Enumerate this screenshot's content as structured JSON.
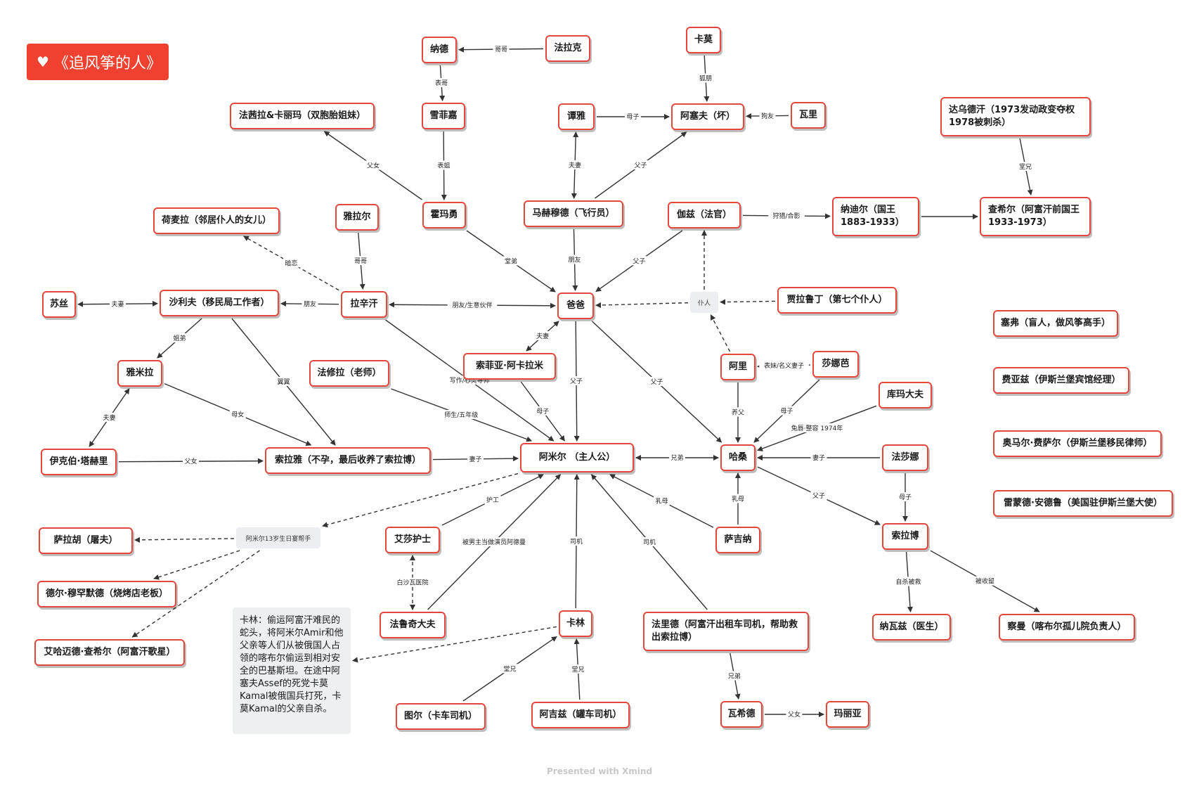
{
  "title": "《追风筝的人》",
  "title_icon": "heart-icon",
  "footer": "Presented with Xmind",
  "colors": {
    "node_border": "#e5473c",
    "title_bg": "#f0402f",
    "edge": "#333333",
    "hub_bg": "#eceef1"
  },
  "nodes": {
    "nader": "纳德",
    "farak": "法拉克",
    "karma": "卡莫",
    "fahima_karima": "法茜拉&卡丽玛（双胞胎姐妹）",
    "sheila": "雪菲嘉",
    "tanya": "谭雅",
    "assef": "阿塞夫（坏）",
    "wali": "瓦里",
    "daoud": "达乌德汗（1973发动政变夺权\n1978被刺杀）",
    "homaira": "荷麦拉（邻居仆人的女儿）",
    "yarar": "雅拉尔",
    "humayoun": "霍玛勇",
    "mahmood": "马赫穆德（飞行员）",
    "jaz": "伽兹（法官）",
    "nadir": "纳迪尔（国王\n1883-1933）",
    "zahir": "查希尔（阿富汗前国王\n1933-1973）",
    "susi": "苏丝",
    "sharif": "沙利夫（移民局工作者）",
    "rahim": "拉辛汗",
    "baba": "爸爸",
    "jalaluddin": "贾拉鲁丁（第七个仆人）",
    "sofia": "索菲亚·阿卡拉米",
    "ali": "阿里",
    "sanaubar": "莎娜芭",
    "kumar": "库玛大夫",
    "jamila": "雅米拉",
    "fasila": "法修拉（老师）",
    "amir": "阿米尔  （主人公）",
    "hassan": "哈桑",
    "farzana": "法莎娜",
    "ikbal": "伊克伯·塔赫里",
    "soraya": "索拉雅（不孕，最后收养了索拉博）",
    "salahu": "萨拉胡（屠夫）",
    "aisha": "艾莎护士",
    "sanaubar_nurse": "萨吉纳",
    "sohrab": "索拉博",
    "del": "德尔·穆罕默德（烧烤店老板）",
    "ahmad_zahir": "艾哈迈德·查希尔（阿富汗歌星）",
    "faruqi": "法鲁奇大夫",
    "karim": "卡林",
    "farid": "法里德（阿富汗出租车司机，帮助救\n出索拉博）",
    "nawaz": "纳瓦兹（医生）",
    "chaman": "察曼（喀布尔孤儿院负责人）",
    "tur": "图尔（卡车司机）",
    "ajiz": "阿吉兹（罐车司机）",
    "wahid": "瓦希德",
    "maryam": "玛丽亚",
    "saif": "塞弗（盲人，做风筝高手）",
    "fayaz": "费亚兹（伊斯兰堡宾馆经理）",
    "omar": "奥马尔·费萨尔（伊斯兰堡移民律师）",
    "raymond": "雷蒙德·安德鲁（美国驻伊斯兰堡大使）"
  },
  "hubs": {
    "servant": "仆人",
    "birthday": "阿米尔13岁生日宴帮手"
  },
  "note": "卡林：偷运阿富汗难民的蛇头，将阿米尔Amir和他父亲等人们从被俄国人占领的喀布尔偷运到相对安全的巴基斯坦。在途中阿塞夫Assef的死党卡莫Kamal被俄国兵打死，卡莫Kamal的父亲自杀。",
  "edges": [
    {
      "from": "farak",
      "to": "nader",
      "label": "哥哥"
    },
    {
      "from": "nader",
      "to": "sheila",
      "label": "表哥"
    },
    {
      "from": "karma",
      "to": "assef",
      "label": "狐朋"
    },
    {
      "from": "tanya",
      "to": "assef",
      "label": "母子"
    },
    {
      "from": "wali",
      "to": "assef",
      "label": "狗友"
    },
    {
      "from": "sheila",
      "to": "humayoun",
      "label": "表姐"
    },
    {
      "from": "humayoun",
      "to": "fahima_karima",
      "label": "父女"
    },
    {
      "from": "humayoun",
      "to": "baba",
      "label": "堂弟"
    },
    {
      "from": "mahmood",
      "to": "tanya",
      "label": "夫妻",
      "both": true
    },
    {
      "from": "mahmood",
      "to": "assef",
      "label": "父子"
    },
    {
      "from": "mahmood",
      "to": "baba",
      "label": "朋友"
    },
    {
      "from": "daoud",
      "to": "zahir",
      "label": "堂兄"
    },
    {
      "from": "nadir",
      "to": "zahir",
      "label": ""
    },
    {
      "from": "jaz",
      "to": "nadir",
      "label": "狩猎/合影"
    },
    {
      "from": "jaz",
      "to": "baba",
      "label": "父子"
    },
    {
      "from": "yarar",
      "to": "rahim",
      "label": "哥哥"
    },
    {
      "from": "rahim",
      "to": "homaira",
      "label": "暗恋",
      "dashed": true
    },
    {
      "from": "rahim",
      "to": "sharif",
      "label": "朋友"
    },
    {
      "from": "rahim",
      "to": "baba",
      "label": "朋友/生意伙伴",
      "both": true
    },
    {
      "from": "rahim",
      "to": "amir",
      "label": "写作/心灵导师"
    },
    {
      "from": "sharif",
      "to": "susi",
      "label": "夫妻",
      "both": true
    },
    {
      "from": "jalaluddin",
      "to": "servant",
      "label": "",
      "dashed": true
    },
    {
      "from": "servant",
      "to": "baba",
      "label": "",
      "dashed": true
    },
    {
      "from": "ali",
      "to": "servant",
      "label": "",
      "dashed": true
    },
    {
      "from": "servant",
      "to": "jaz",
      "label": "",
      "dashed": true
    },
    {
      "from": "baba",
      "to": "sofia",
      "label": "夫妻",
      "both": true
    },
    {
      "from": "baba",
      "to": "amir",
      "label": "父子"
    },
    {
      "from": "baba",
      "to": "hassan",
      "label": "父子"
    },
    {
      "from": "sofia",
      "to": "amir",
      "label": "母子"
    },
    {
      "from": "sanaubar",
      "to": "ali",
      "label": "表妹/名义妻子"
    },
    {
      "from": "ali",
      "to": "hassan",
      "label": "养父"
    },
    {
      "from": "sanaubar",
      "to": "hassan",
      "label": "母子"
    },
    {
      "from": "kumar",
      "to": "hassan",
      "label": "兔唇·整容 1974年"
    },
    {
      "from": "sharif",
      "to": "jamila",
      "label": "姐弟"
    },
    {
      "from": "sharif",
      "to": "soraya",
      "label": "翼翼"
    },
    {
      "from": "jamila",
      "to": "ikbal",
      "label": "夫妻",
      "both": true
    },
    {
      "from": "jamila",
      "to": "soraya",
      "label": "母女"
    },
    {
      "from": "ikbal",
      "to": "soraya",
      "label": "父女"
    },
    {
      "from": "fasila",
      "to": "amir",
      "label": "师生/五年级"
    },
    {
      "from": "soraya",
      "to": "amir",
      "label": "妻子"
    },
    {
      "from": "hassan",
      "to": "amir",
      "label": "兄弟",
      "both": true
    },
    {
      "from": "farzana",
      "to": "hassan",
      "label": "妻子"
    },
    {
      "from": "farzana",
      "to": "sohrab",
      "label": "母子"
    },
    {
      "from": "hassan",
      "to": "sohrab",
      "label": "父子"
    },
    {
      "from": "sanaubar_nurse",
      "to": "hassan",
      "label": "乳母"
    },
    {
      "from": "sanaubar_nurse",
      "to": "amir",
      "label": "乳母"
    },
    {
      "from": "amir",
      "to": "birthday",
      "label": "",
      "dashed": true
    },
    {
      "from": "birthday",
      "to": "salahu",
      "label": "",
      "dashed": true
    },
    {
      "from": "birthday",
      "to": "del",
      "label": "",
      "dashed": true
    },
    {
      "from": "birthday",
      "to": "ahmad_zahir",
      "label": "",
      "dashed": true
    },
    {
      "from": "aisha",
      "to": "amir",
      "label": "护工"
    },
    {
      "from": "aisha",
      "to": "faruqi",
      "label": "白沙瓦医院",
      "dashed": true,
      "both": true
    },
    {
      "from": "faruqi",
      "to": "amir",
      "label": "被男主当做演员阿德曼"
    },
    {
      "from": "karim",
      "to": "amir",
      "label": "司机"
    },
    {
      "from": "farid",
      "to": "amir",
      "label": "司机"
    },
    {
      "from": "karim",
      "to": "note",
      "label": "",
      "dashed": true
    },
    {
      "from": "tur",
      "to": "karim",
      "label": "堂兄"
    },
    {
      "from": "ajiz",
      "to": "karim",
      "label": "堂兄"
    },
    {
      "from": "sohrab",
      "to": "nawaz",
      "label": "自杀被救"
    },
    {
      "from": "sohrab",
      "to": "chaman",
      "label": "被收留"
    },
    {
      "from": "farid",
      "to": "wahid",
      "label": "兄弟"
    },
    {
      "from": "wahid",
      "to": "maryam",
      "label": "父女"
    }
  ]
}
